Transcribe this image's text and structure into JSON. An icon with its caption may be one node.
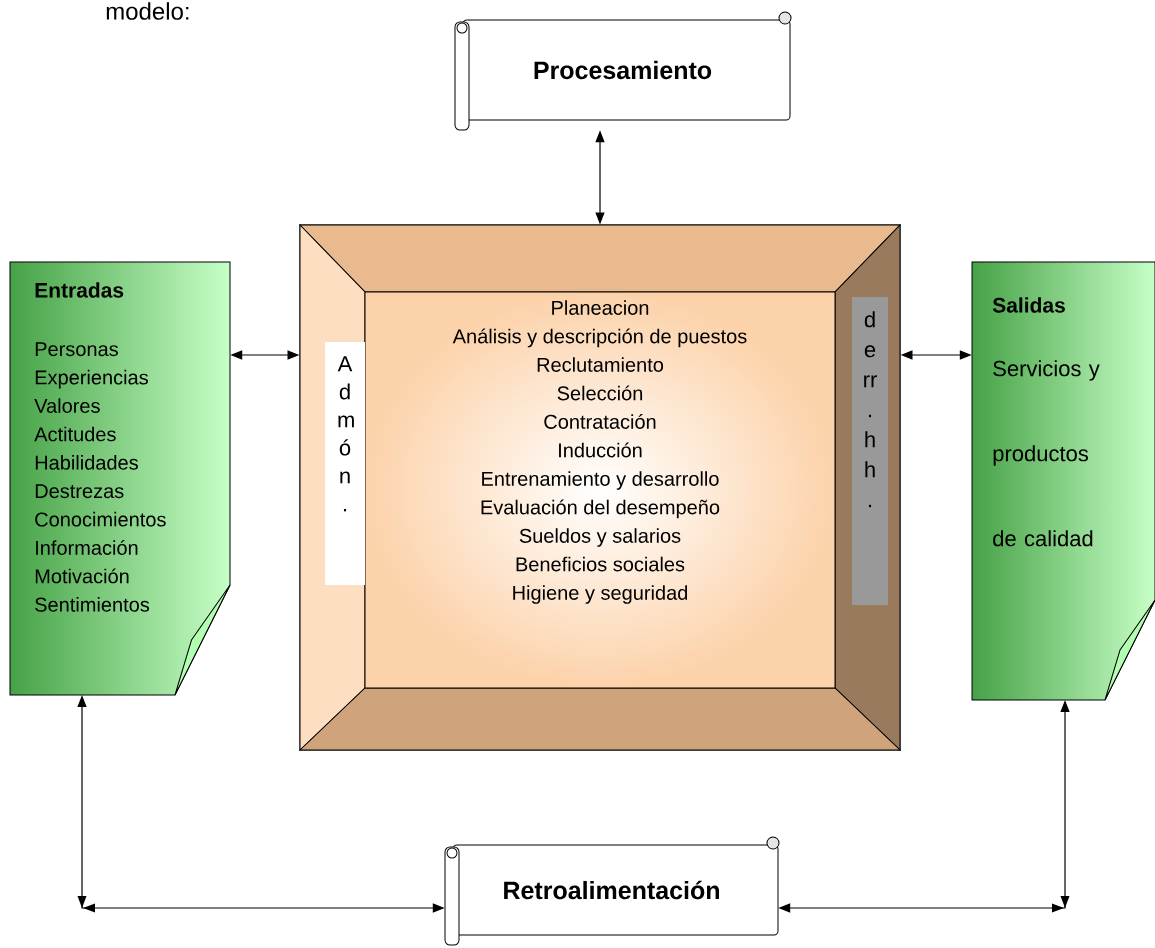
{
  "diagram": {
    "nodes": [
      {
        "text": [
          "Procesamiento"
        ]
      },
      {
        "text": [
          "Entradas",
          "Personas",
          "Experiencias",
          "Valores",
          "Actitudes",
          "Habilidades",
          "Destrezas",
          "Conocimientos",
          "Información",
          "Motivación",
          "Sentimientos"
        ]
      },
      {
        "text": [],
        "shape": "box"
      },
      {
        "text": [
          "Admón."
        ],
        "in": 2
      },
      {
        "text": [
          "Planeacion",
          "Análisis y descripción de puestos",
          "Reclutamiento",
          "Selección",
          "Contratación",
          "Inducción",
          "Entrenamiento y desarrollo",
          "Evaluación del desempeño",
          "Sueldos y salarios",
          "Beneficios sociales",
          "Higiene y seguridad"
        ],
        "in": 2
      },
      {
        "text": [
          "de rr.hh."
        ],
        "in": 2
      },
      {
        "text": [
          "Salidas",
          "Servicios y productos de calidad"
        ]
      },
      {
        "text": [
          "Retroalimentación"
        ]
      }
    ],
    "edges": [
      {
        "from": 0,
        "to": 2,
        "arrow": "both"
      },
      {
        "from": 1,
        "to": 2,
        "arrow": "both"
      },
      {
        "from": 2,
        "to": 6,
        "arrow": "both"
      },
      {
        "from": 1,
        "to": 7,
        "arrow": "both"
      },
      {
        "from": 6,
        "to": 7,
        "arrow": "both"
      }
    ],
    "labels": [
      "modelo:"
    ]
  }
}
